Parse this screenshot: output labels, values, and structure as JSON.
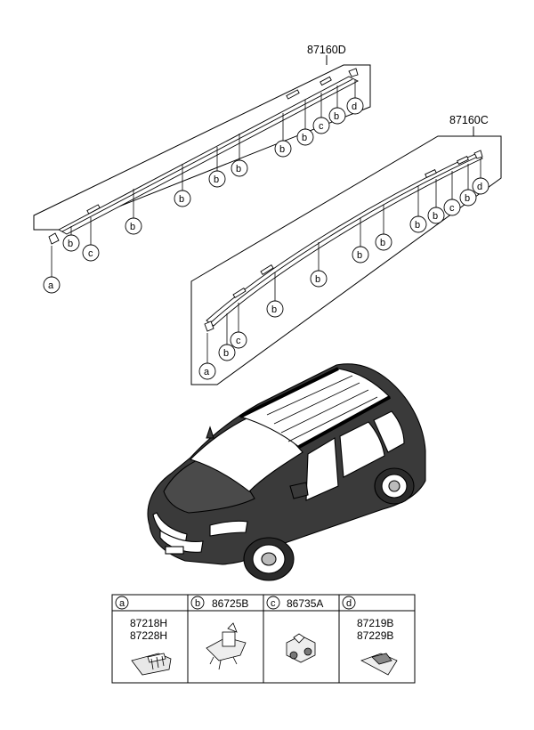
{
  "assemblies": [
    {
      "part_number": "87160D"
    },
    {
      "part_number": "87160C"
    }
  ],
  "callout_letters": [
    "a",
    "b",
    "c",
    "d"
  ],
  "legend": [
    {
      "letter": "a",
      "codes": [
        "87218H",
        "87228H"
      ]
    },
    {
      "letter": "b",
      "codes": [
        "86725B"
      ]
    },
    {
      "letter": "c",
      "codes": [
        "86735A"
      ]
    },
    {
      "letter": "d",
      "codes": [
        "87219B",
        "87229B"
      ]
    }
  ]
}
